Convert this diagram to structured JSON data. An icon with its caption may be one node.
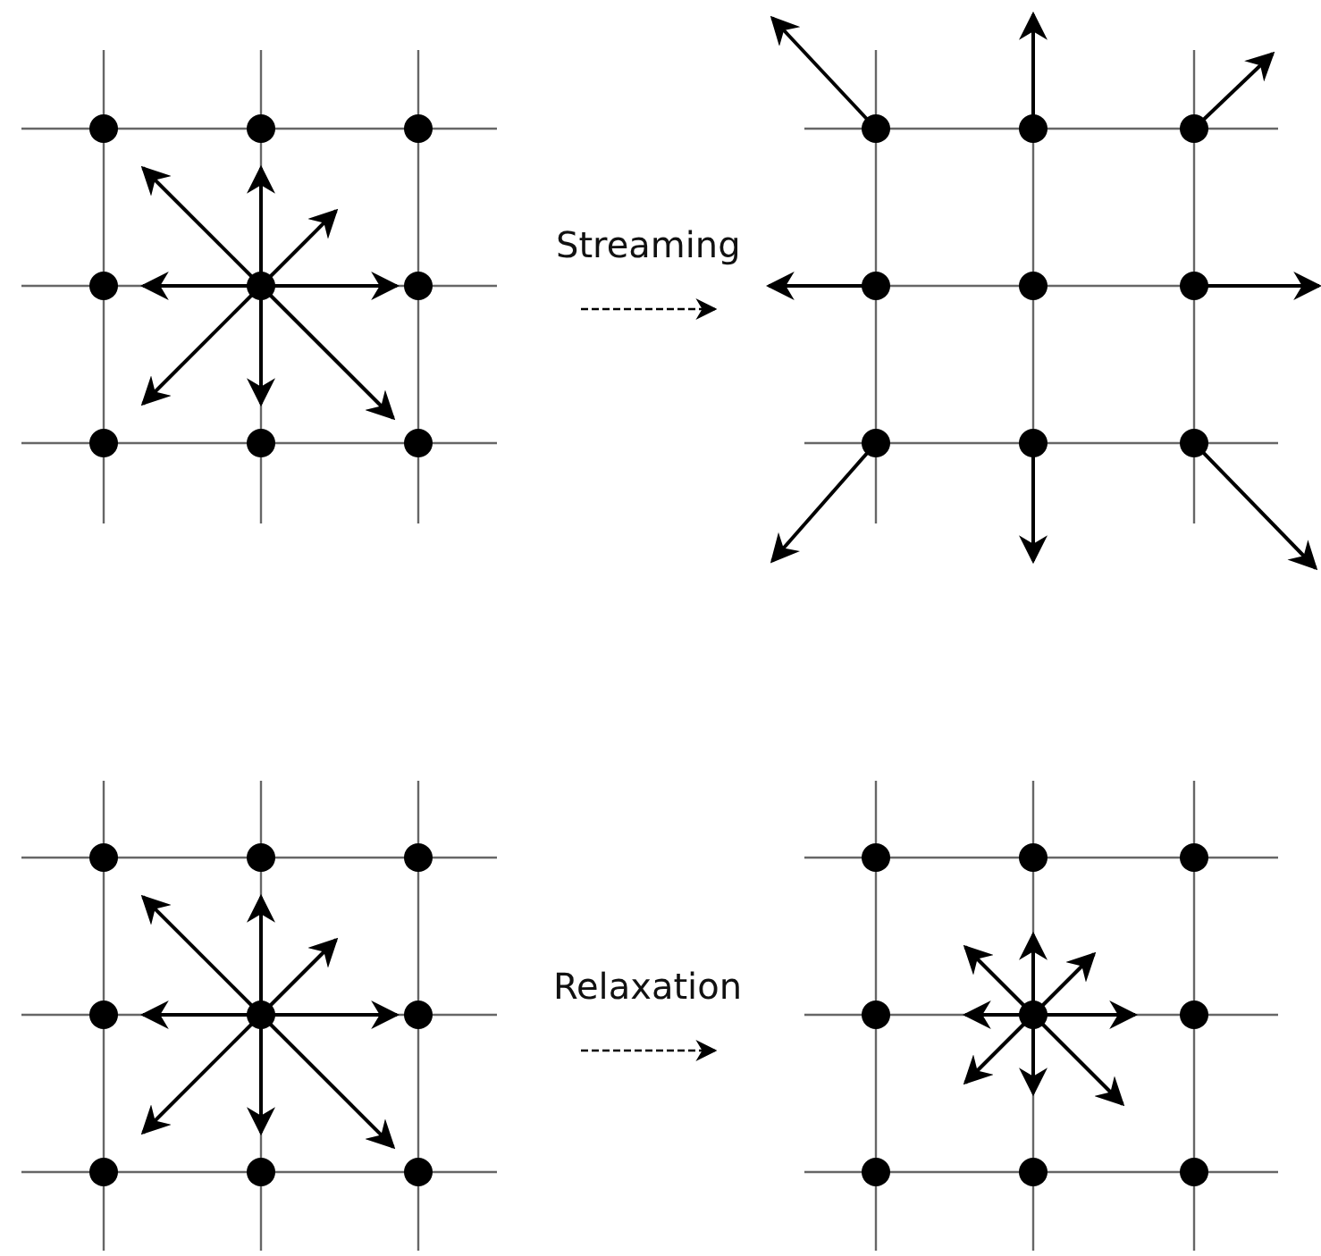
{
  "diagram": {
    "nodes": [
      {
        "text": [],
        "shape": "picture"
      },
      {
        "text": [],
        "shape": "picture"
      },
      {
        "text": [],
        "shape": "picture"
      },
      {
        "text": [],
        "shape": "picture"
      }
    ],
    "edges": [
      {
        "from": 0,
        "to": 1,
        "arrow": "to",
        "label": "Streaming",
        "style": "dashed"
      },
      {
        "from": 2,
        "to": 3,
        "arrow": "to",
        "label": "Relaxation",
        "style": "dashed"
      }
    ]
  }
}
